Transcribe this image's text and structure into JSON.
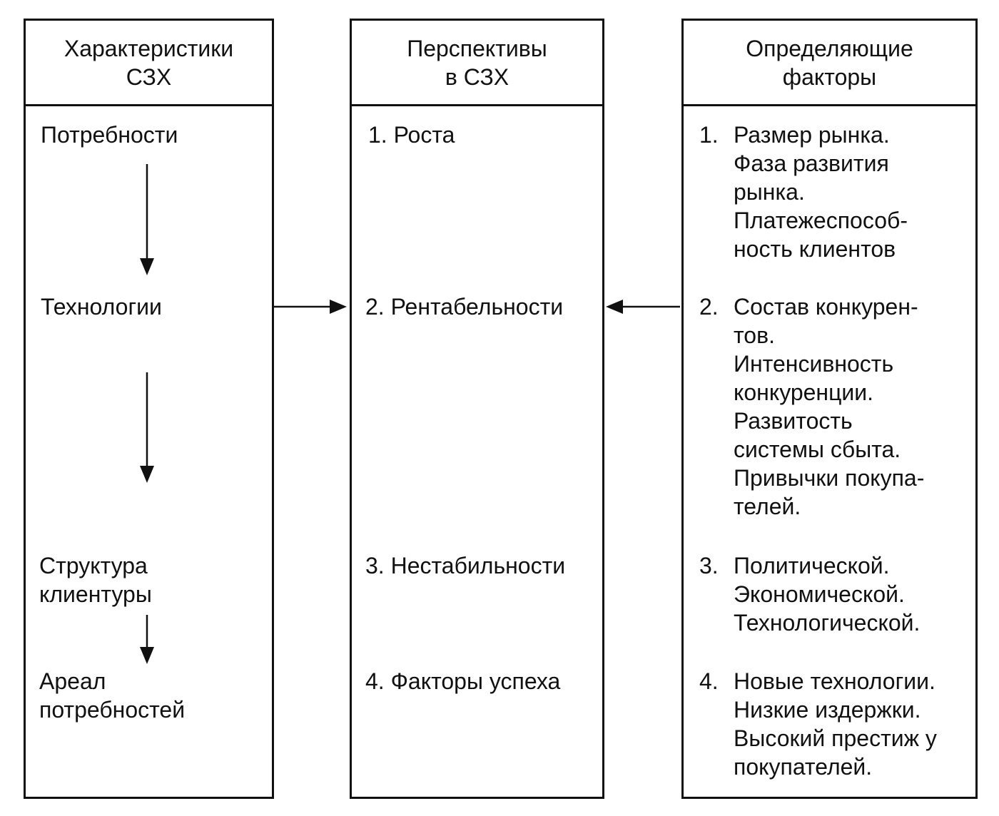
{
  "columns": {
    "left": {
      "header": [
        "Характеристики",
        "СЗХ"
      ],
      "items": [
        [
          "Потребности"
        ],
        [
          "Технологии"
        ],
        [
          "Структура",
          "клиентуры"
        ],
        [
          "Ареал",
          "потребностей"
        ]
      ]
    },
    "middle": {
      "header": [
        "Перспективы",
        "в СЗХ"
      ],
      "items": [
        {
          "num": "1.",
          "text": "Роста"
        },
        {
          "num": "2.",
          "text": "Рентабельности"
        },
        {
          "num": "3.",
          "text": "Нестабильности"
        },
        {
          "num": "4.",
          "text": "Факторы успеха"
        }
      ]
    },
    "right": {
      "header": [
        "Определяющие",
        "факторы"
      ],
      "items": [
        {
          "num": "1.",
          "lines": [
            "Размер рынка.",
            "Фаза развития",
            "рынка.",
            "Платежеспособ-",
            "ность клиентов"
          ]
        },
        {
          "num": "2.",
          "lines": [
            "Состав конкурен-",
            "тов.",
            "Интенсивность",
            "конкуренции.",
            "Развитость",
            "системы сбыта.",
            "Привычки покупа-",
            "телей."
          ]
        },
        {
          "num": "3.",
          "lines": [
            "Политической.",
            "Экономической.",
            "Технологической."
          ]
        },
        {
          "num": "4.",
          "lines": [
            "Новые технологии.",
            "Низкие издержки.",
            "Высокий престиж у",
            "покупателей."
          ]
        }
      ]
    }
  },
  "colors": {
    "line": "#111111",
    "background": "#ffffff"
  }
}
